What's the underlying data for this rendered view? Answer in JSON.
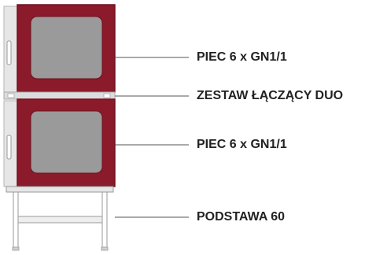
{
  "labels": {
    "oven_top": "PIEC 6 x GN1/1",
    "duo_kit": "ZESTAW ŁĄCZĄCY DUO",
    "oven_bottom": "PIEC 6 x GN1/1",
    "stand": "PODSTAWA 60"
  },
  "colors": {
    "oven_frame": "#8b1a2b",
    "oven_frame_dark": "#6e1220",
    "window": "#9a9a9a",
    "steel": "#e6e6e6",
    "steel_edge": "#b5b5b5",
    "leader_line": "#555555",
    "label_text": "#222222"
  }
}
